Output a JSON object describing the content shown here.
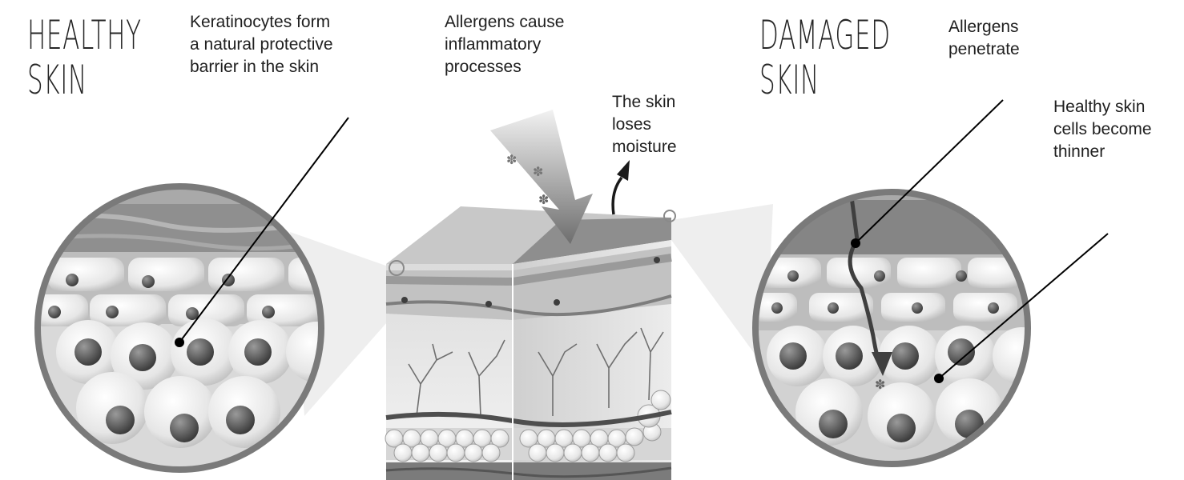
{
  "healthy": {
    "title_line1": "HEALTHY",
    "title_line2": "SKIN",
    "label": [
      "Keratinocytes form",
      "a natural protective",
      "barrier in the skin"
    ]
  },
  "center": {
    "allergens_label": [
      "Allergens cause",
      "inflammatory",
      "processes"
    ],
    "moisture_label": [
      "The skin",
      "loses",
      "moisture"
    ]
  },
  "damaged": {
    "title_line1": "DAMAGED",
    "title_line2": "SKIN",
    "penetrate_label": [
      "Allergens",
      "penetrate"
    ],
    "thinner_label": [
      "Healthy skin",
      "cells become",
      "thinner"
    ]
  }
}
